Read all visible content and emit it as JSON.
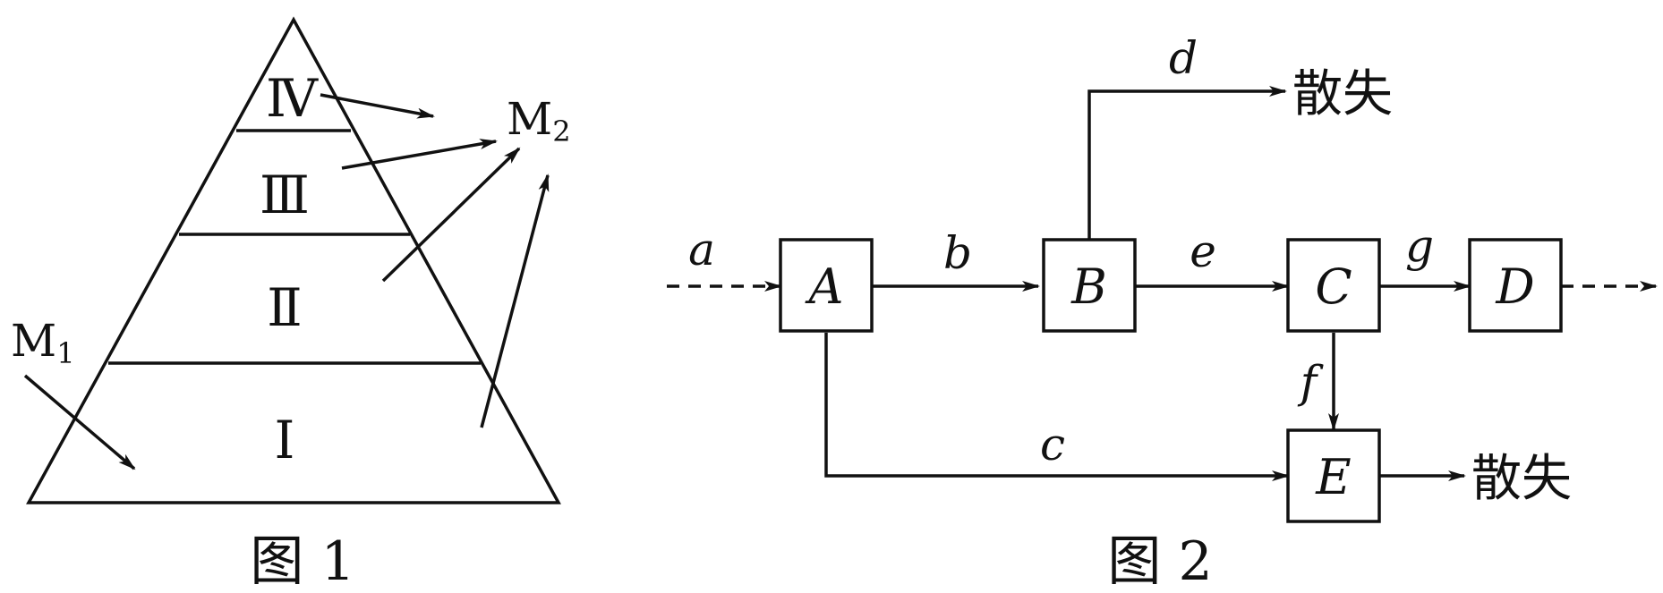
{
  "figure1": {
    "caption": "图 1",
    "levels": [
      "Ⅳ",
      "Ⅲ",
      "Ⅱ",
      "Ⅰ"
    ],
    "inputs": [
      {
        "main": "M",
        "sub": "1"
      },
      {
        "main": "M",
        "sub": "2"
      }
    ]
  },
  "figure2": {
    "caption": "图 2",
    "nodes": [
      "A",
      "B",
      "C",
      "D",
      "E"
    ],
    "flows": [
      "a",
      "b",
      "c",
      "d",
      "e",
      "f",
      "g"
    ],
    "loss_label": "散失"
  }
}
